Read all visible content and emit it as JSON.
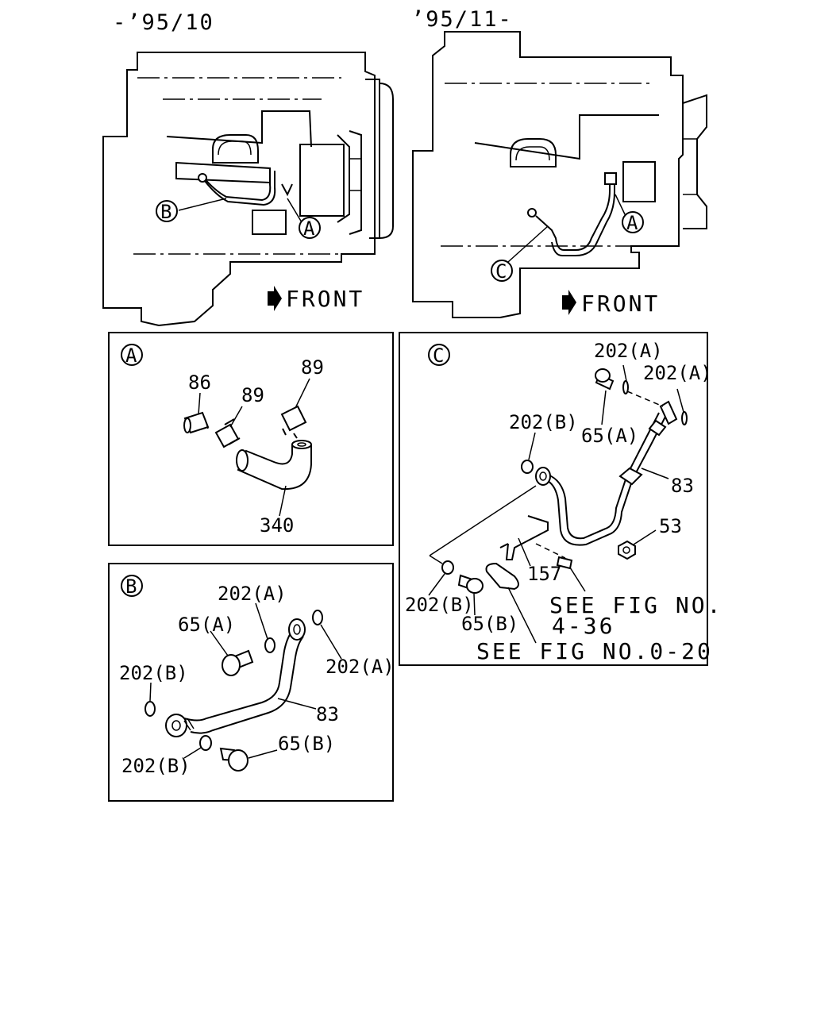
{
  "headers": {
    "left": "-’95/10",
    "right": "’95/11-"
  },
  "front_labels": {
    "left": "FRONT",
    "right": "FRONT"
  },
  "overview_callouts": {
    "left_b": "B",
    "left_a": "A",
    "right_a": "A",
    "right_c": "C"
  },
  "panel_a": {
    "letter": "A",
    "labels": {
      "p86": "86",
      "p89a": "89",
      "p89b": "89",
      "p340": "340"
    }
  },
  "panel_b": {
    "letter": "B",
    "labels": {
      "p202a_top": "202(A)",
      "p65a": "65(A)",
      "p202a_right": "202(A)",
      "p202b_left": "202(B)",
      "p83": "83",
      "p65b": "65(B)",
      "p202b_bottom": "202(B)"
    }
  },
  "panel_c": {
    "letter": "C",
    "labels": {
      "p202a_top": "202(A)",
      "p202a_right": "202(A)",
      "p65a": "65(A)",
      "p202b_top": "202(B)",
      "p83": "83",
      "p53": "53",
      "p157": "157",
      "p202b_bottom": "202(B)",
      "p65b": "65(B)"
    },
    "refs": {
      "fig_line1": "SEE FIG NO.",
      "fig_line2": "4-36",
      "fig_bottom": "SEE FIG NO.0-20"
    }
  }
}
